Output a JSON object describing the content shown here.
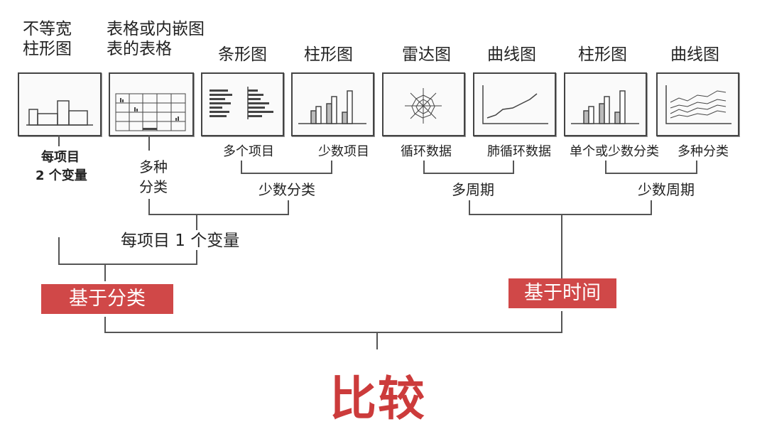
{
  "chart_titles": {
    "unequal_width": [
      "不等宽",
      "柱形图"
    ],
    "table_embedded": [
      "表格或内嵌图",
      "表的表格"
    ],
    "bar_horizontal": "条形图",
    "column_1": "柱形图",
    "radar": "雷达图",
    "curve_1": "曲线图",
    "column_2": "柱形图",
    "curve_2": "曲线图"
  },
  "sub_labels": {
    "per_item_2_var": [
      "每项目",
      "2 个变量"
    ],
    "multi_category": [
      "多种",
      "分类"
    ],
    "many_items": "多个项目",
    "few_items": "少数项目",
    "cyclic_data": "循环数据",
    "non_cyclic_data": "肺循环数据",
    "single_or_few_cat": "单个或少数分类",
    "multi_cat": "多种分类"
  },
  "group_labels": {
    "few_categories": "少数分类",
    "multi_period": "多周期",
    "few_periods": "少数周期",
    "per_item_1_var": "每项目 1 个变量"
  },
  "tags": {
    "category_based": "基于分类",
    "time_based": "基于时间"
  },
  "main_title": "比较",
  "colors": {
    "accent": "#cc3b3b",
    "tag_bg": "#d04848",
    "line": "#555555"
  }
}
